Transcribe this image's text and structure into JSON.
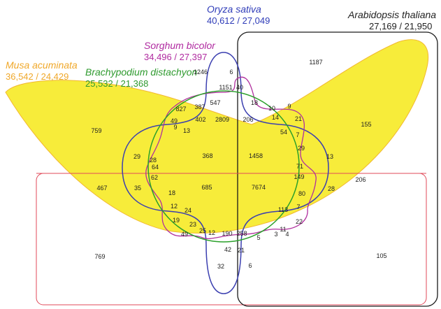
{
  "colors": {
    "musa": "#f2b830",
    "musa_fill": "#f7ec3a",
    "oryza": "#3b3fb0",
    "sorghum": "#b0309e",
    "brachypodium": "#2aa02a",
    "arabidopsis": "#1a1a1a",
    "red_box": "#e04a5a",
    "oryza_text": "#2e3bb8",
    "sorghum_text": "#b02aa0",
    "brachypodium_text": "#2e9a2e",
    "musa_text": "#f0a82a",
    "arabidopsis_text": "#222222"
  },
  "species": {
    "oryza": {
      "name": "Oryza sativa",
      "counts": "40,612 / 27,049"
    },
    "arabidopsis": {
      "name": "Arabidopsis thaliana",
      "counts": "27,169 / 21,950"
    },
    "sorghum": {
      "name": "Sorghum bicolor",
      "counts": "34,496 / 27,397"
    },
    "musa": {
      "name": "Musa acuminata",
      "counts": "36,542 / 24,429"
    },
    "brachypodium": {
      "name": "Brachypodium distachyon",
      "counts": "25,532 / 21,368"
    }
  },
  "regions": [
    "1246",
    "6",
    "1151",
    "40",
    "827",
    "387",
    "547",
    "18",
    "10",
    "9",
    "49",
    "402",
    "2809",
    "206",
    "14",
    "21",
    "1187",
    "759",
    "9",
    "13",
    "54",
    "7",
    "155",
    "29",
    "368",
    "1458",
    "29",
    "13",
    "28",
    "64",
    "71",
    "62",
    "149",
    "206",
    "467",
    "35",
    "685",
    "7674",
    "28",
    "18",
    "80",
    "12",
    "24",
    "113",
    "7",
    "19",
    "23",
    "22",
    "49",
    "25",
    "12",
    "190",
    "258",
    "5",
    "3",
    "11",
    "4",
    "42",
    "21",
    "769",
    "105",
    "32",
    "6"
  ]
}
